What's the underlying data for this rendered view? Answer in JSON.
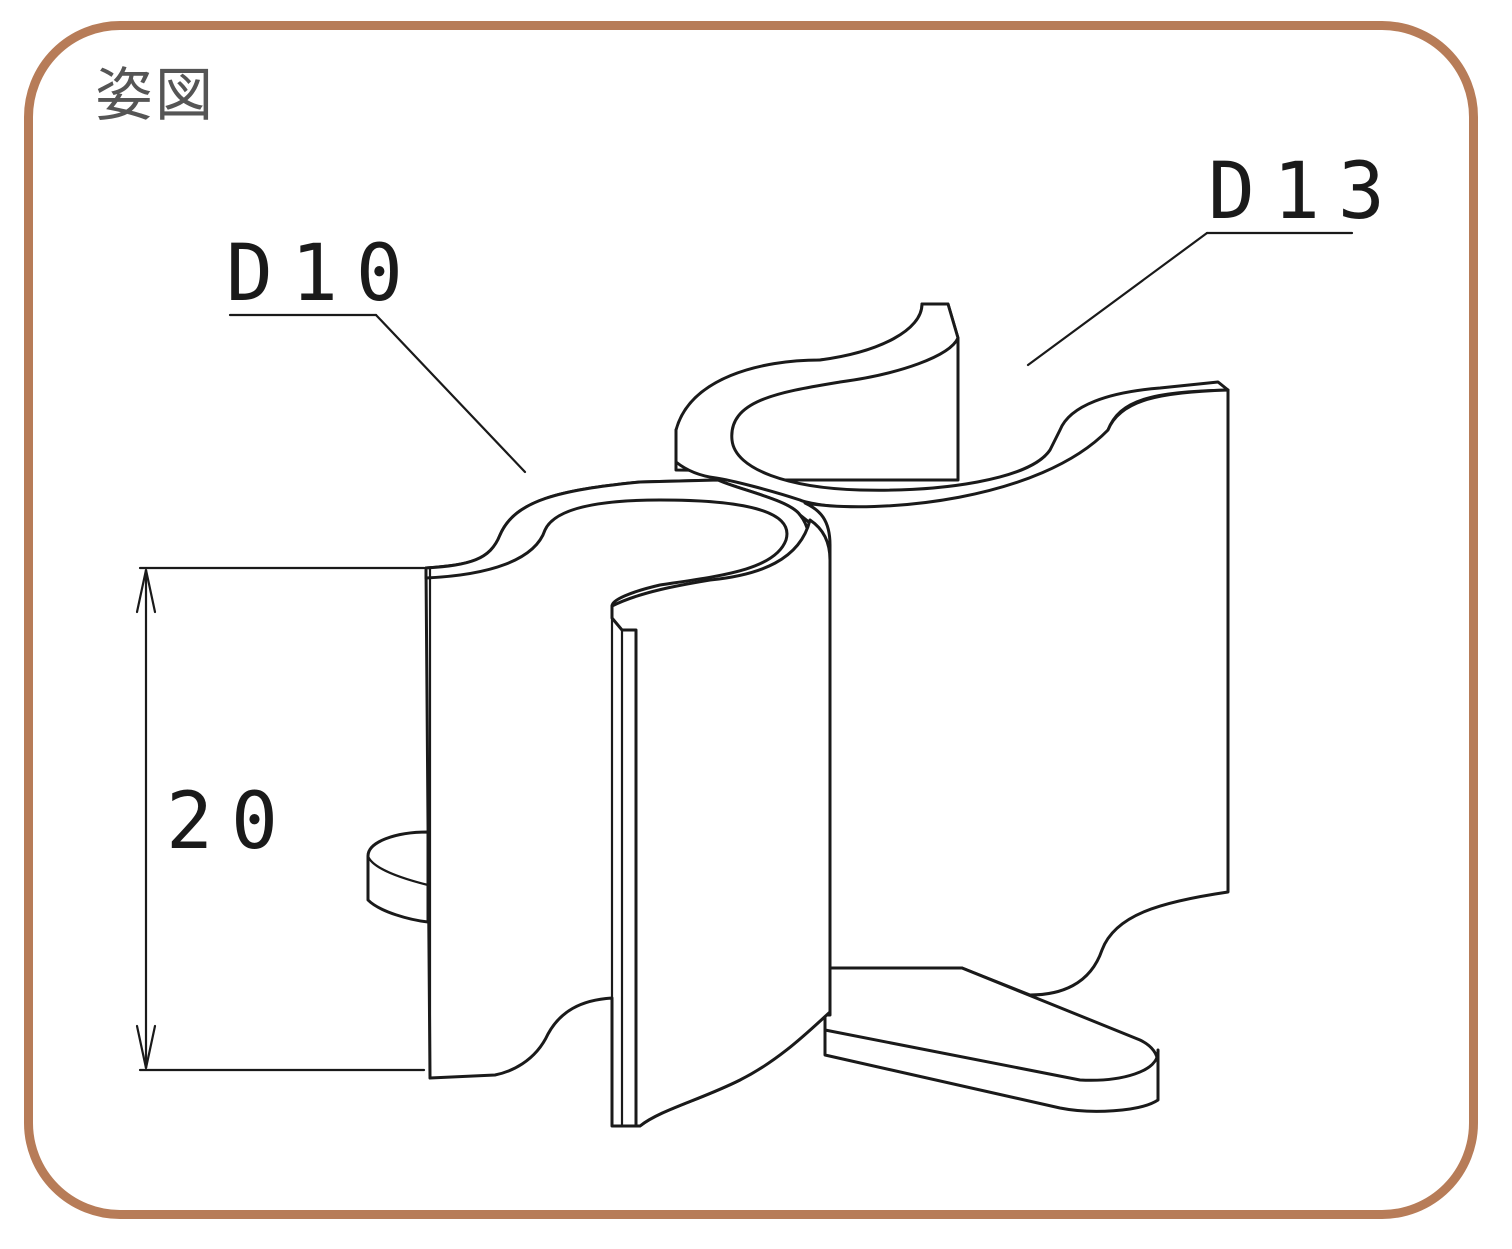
{
  "view": {
    "title": "姿図"
  },
  "callouts": {
    "left": "D10",
    "right": "D13"
  },
  "dimension": {
    "height": "20"
  },
  "colors": {
    "frame": "#b77c58",
    "line": "#1a1a1a",
    "title": "#555555"
  },
  "icons": {
    "arrow": "arrowhead-icon"
  }
}
